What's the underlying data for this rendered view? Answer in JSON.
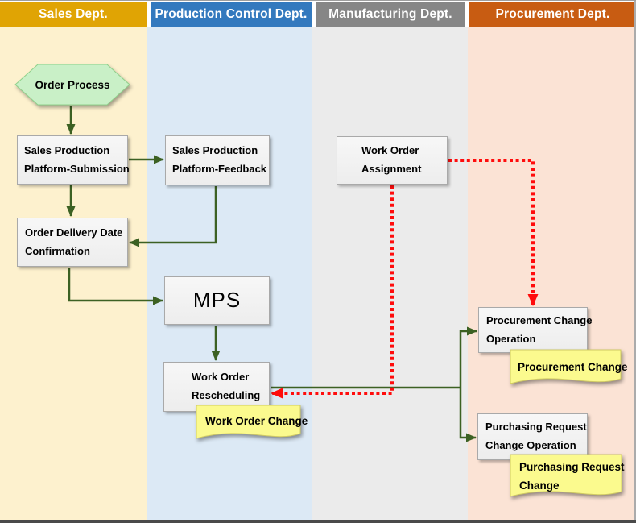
{
  "lanes": [
    {
      "title": "Sales Dept.",
      "header_color": "#e0a404",
      "body_color": "#fdf1ce"
    },
    {
      "title": "Production Control Dept.",
      "header_color": "#3379be",
      "body_color": "#dce9f5"
    },
    {
      "title": "Manufacturing Dept.",
      "header_color": "#868686",
      "body_color": "#ebebeb"
    },
    {
      "title": "Procurement Dept.",
      "header_color": "#c85c12",
      "body_color": "#fbe3d5"
    }
  ],
  "nodes": {
    "order_process": {
      "label": "Order Process"
    },
    "platform_submission": {
      "label": "Sales Production\nPlatform-Submission"
    },
    "platform_feedback": {
      "label": "Sales Production\nPlatform-Feedback"
    },
    "delivery_confirmation": {
      "label": "Order Delivery Date\nConfirmation"
    },
    "mps": {
      "label": "MPS"
    },
    "work_order_rescheduling": {
      "label": "Work Order\nRescheduling"
    },
    "work_order_assignment": {
      "label": "Work Order\nAssignment"
    },
    "procurement_change_operation": {
      "label": "Procurement Change\nOperation"
    },
    "purchasing_request_change_operation": {
      "label": "Purchasing Request\nChange Operation"
    }
  },
  "notes": {
    "work_order_change": {
      "label": "Work Order Change"
    },
    "procurement_change": {
      "label": "Procurement Change"
    },
    "purchasing_request_change": {
      "label": "Purchasing Request\nChange"
    }
  },
  "colors": {
    "arrow_green": "#3c6123",
    "arrow_red": "#ff0c0c",
    "note_fill": "#fbfa8e",
    "note_border": "#cfc963",
    "hexagon_fill": "#c9f0c7",
    "hexagon_border": "#8ed08a",
    "box_border": "#a9a9a9"
  }
}
